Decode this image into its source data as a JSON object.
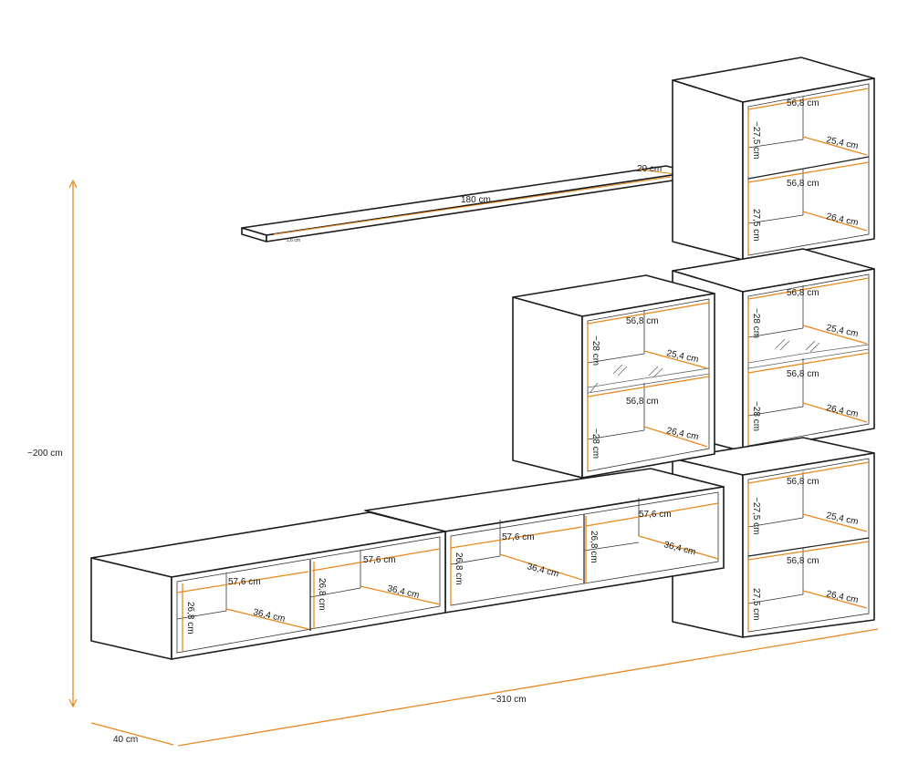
{
  "dims": {
    "overall_height": "~200 cm",
    "overall_width": "~310 cm",
    "depth": "40 cm",
    "shelf_length": "180 cm",
    "shelf_depth": "20 cm",
    "shelf_thickness": "1,6 cm"
  },
  "wall_cube_top": {
    "w_upper": "56,8 cm",
    "h_upper": "~27,5 cm",
    "d_upper": "25,4 cm",
    "w_lower": "56,8 cm",
    "h_lower": "27,5 cm",
    "d_lower": "26,4 cm"
  },
  "wall_cube_mid": {
    "w_upper": "56,8 cm",
    "h_upper": "~28 cm",
    "d_upper": "25,4 cm",
    "w_lower": "56,8 cm",
    "h_lower": "~28 cm",
    "d_lower": "26,4 cm"
  },
  "wall_cube_center": {
    "w_upper": "56,8 cm",
    "h_upper": "~28 cm",
    "d_upper": "25,4 cm",
    "w_lower": "56,8 cm",
    "h_lower": "~28 cm",
    "d_lower": "26,4 cm"
  },
  "floor_cube": {
    "w_upper": "56,8 cm",
    "h_upper": "~27,5 cm",
    "d_upper": "25,4 cm",
    "w_lower": "56,8 cm",
    "h_lower": "27,5 cm",
    "d_lower": "26,4 cm"
  },
  "lowboard_left": {
    "w_a": "57,6 cm",
    "h_a": "26,8 cm",
    "d_a": "36,4 cm",
    "w_b": "57,6 cm",
    "h_b": "26,8 cm",
    "d_b": "36,4 cm"
  },
  "lowboard_right": {
    "w_a": "57,6 cm",
    "h_a": "26,8 cm",
    "d_a": "36,4 cm",
    "w_b": "57,6 cm",
    "h_b": "26,8 cm",
    "d_b": "36,4 cm"
  }
}
